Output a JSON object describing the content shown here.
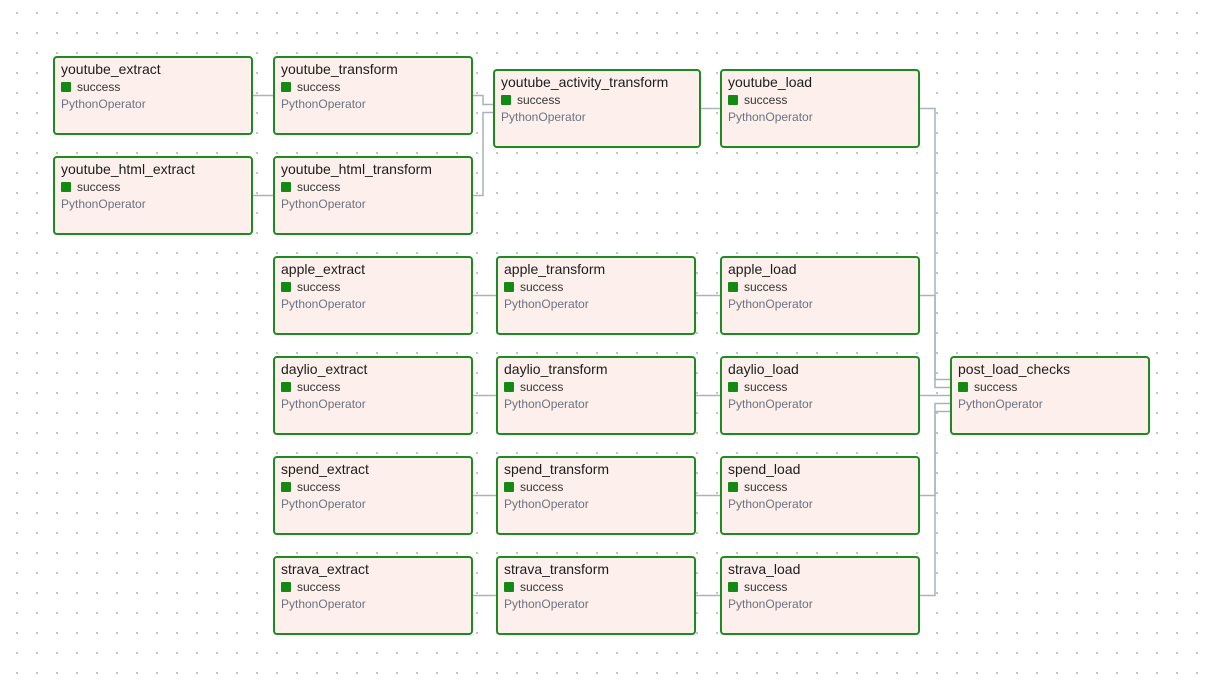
{
  "graph": {
    "status_color": "#138a13",
    "node_border_color": "#1f8a22",
    "node_fill_color": "#fdf0ec",
    "edge_color": "#a9b2bd",
    "nodes": [
      {
        "id": "youtube_extract",
        "label": "youtube_extract",
        "status": "success",
        "operator": "PythonOperator"
      },
      {
        "id": "youtube_transform",
        "label": "youtube_transform",
        "status": "success",
        "operator": "PythonOperator"
      },
      {
        "id": "youtube_activity_transform",
        "label": "youtube_activity_transform",
        "status": "success",
        "operator": "PythonOperator"
      },
      {
        "id": "youtube_load",
        "label": "youtube_load",
        "status": "success",
        "operator": "PythonOperator"
      },
      {
        "id": "youtube_html_extract",
        "label": "youtube_html_extract",
        "status": "success",
        "operator": "PythonOperator"
      },
      {
        "id": "youtube_html_transform",
        "label": "youtube_html_transform",
        "status": "success",
        "operator": "PythonOperator"
      },
      {
        "id": "apple_extract",
        "label": "apple_extract",
        "status": "success",
        "operator": "PythonOperator"
      },
      {
        "id": "apple_transform",
        "label": "apple_transform",
        "status": "success",
        "operator": "PythonOperator"
      },
      {
        "id": "apple_load",
        "label": "apple_load",
        "status": "success",
        "operator": "PythonOperator"
      },
      {
        "id": "daylio_extract",
        "label": "daylio_extract",
        "status": "success",
        "operator": "PythonOperator"
      },
      {
        "id": "daylio_transform",
        "label": "daylio_transform",
        "status": "success",
        "operator": "PythonOperator"
      },
      {
        "id": "daylio_load",
        "label": "daylio_load",
        "status": "success",
        "operator": "PythonOperator"
      },
      {
        "id": "spend_extract",
        "label": "spend_extract",
        "status": "success",
        "operator": "PythonOperator"
      },
      {
        "id": "spend_transform",
        "label": "spend_transform",
        "status": "success",
        "operator": "PythonOperator"
      },
      {
        "id": "spend_load",
        "label": "spend_load",
        "status": "success",
        "operator": "PythonOperator"
      },
      {
        "id": "strava_extract",
        "label": "strava_extract",
        "status": "success",
        "operator": "PythonOperator"
      },
      {
        "id": "strava_transform",
        "label": "strava_transform",
        "status": "success",
        "operator": "PythonOperator"
      },
      {
        "id": "strava_load",
        "label": "strava_load",
        "status": "success",
        "operator": "PythonOperator"
      },
      {
        "id": "post_load_checks",
        "label": "post_load_checks",
        "status": "success",
        "operator": "PythonOperator"
      }
    ],
    "edges": [
      [
        "youtube_extract",
        "youtube_transform"
      ],
      [
        "youtube_transform",
        "youtube_activity_transform"
      ],
      [
        "youtube_html_extract",
        "youtube_html_transform"
      ],
      [
        "youtube_html_transform",
        "youtube_activity_transform"
      ],
      [
        "youtube_activity_transform",
        "youtube_load"
      ],
      [
        "youtube_load",
        "post_load_checks"
      ],
      [
        "apple_extract",
        "apple_transform"
      ],
      [
        "apple_transform",
        "apple_load"
      ],
      [
        "apple_load",
        "post_load_checks"
      ],
      [
        "daylio_extract",
        "daylio_transform"
      ],
      [
        "daylio_transform",
        "daylio_load"
      ],
      [
        "daylio_load",
        "post_load_checks"
      ],
      [
        "spend_extract",
        "spend_transform"
      ],
      [
        "spend_transform",
        "spend_load"
      ],
      [
        "spend_load",
        "post_load_checks"
      ],
      [
        "strava_extract",
        "strava_transform"
      ],
      [
        "strava_transform",
        "strava_load"
      ],
      [
        "strava_load",
        "post_load_checks"
      ]
    ]
  }
}
